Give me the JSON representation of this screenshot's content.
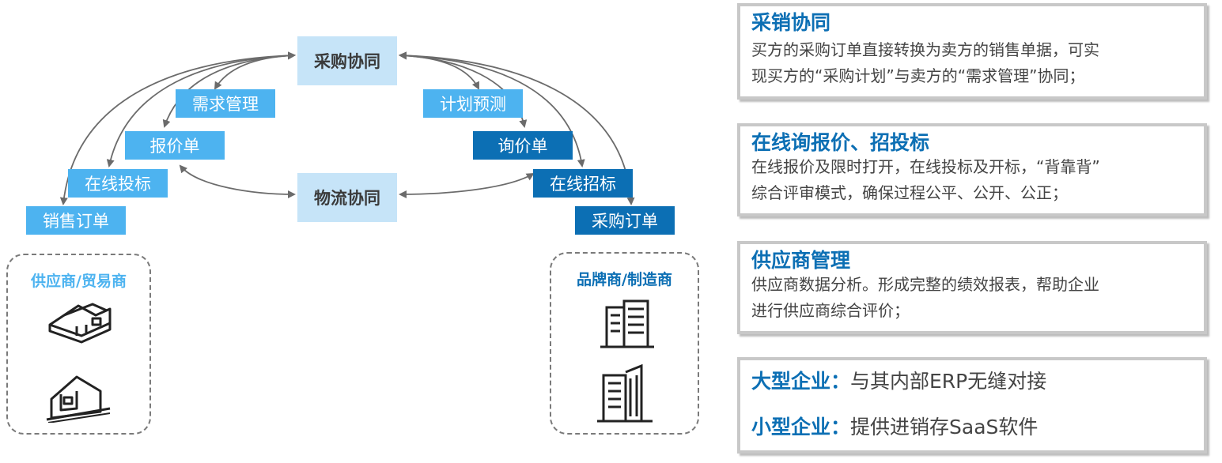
{
  "diagram": {
    "center_top": "采购协同",
    "center_bottom": "物流协同",
    "left_nodes": [
      "需求管理",
      "报价单",
      "在线投标",
      "销售订单"
    ],
    "right_nodes": [
      "计划预测",
      "询价单",
      "在线招标",
      "采购订单"
    ],
    "left_group": {
      "title": "供应商/贸易商",
      "icons": [
        "house-icon",
        "house-on-slope-icon"
      ]
    },
    "right_group": {
      "title": "品牌商/制造商",
      "icons": [
        "office-building-icon",
        "tower-building-icon"
      ]
    },
    "colors": {
      "light_node": "#4db3f0",
      "dark_node": "#0c6fb4",
      "center_node": "#c6e4f8",
      "accent": "#0c6fb4",
      "arrow": "#6b6b6b"
    }
  },
  "features": [
    {
      "title": "采销协同",
      "lines": [
        "买方的采购订单直接转换为卖方的销售单据，可实",
        "现买方的“采购计划”与卖方的“需求管理”协同；"
      ]
    },
    {
      "title": "在线询报价、招投标",
      "lines": [
        "在线报价及限时打开，在线投标及开标，“背靠背”",
        "综合评审模式，确保过程公平、公开、公正；"
      ]
    },
    {
      "title": "供应商管理",
      "lines": [
        "供应商数据分析。形成完整的绩效报表，帮助企业",
        "进行供应商综合评价；"
      ]
    }
  ],
  "enterprise": [
    {
      "label": "大型企业：",
      "text": "与其内部ERP无缝对接"
    },
    {
      "label": "小型企业：",
      "text": "提供进销存SaaS软件"
    }
  ]
}
